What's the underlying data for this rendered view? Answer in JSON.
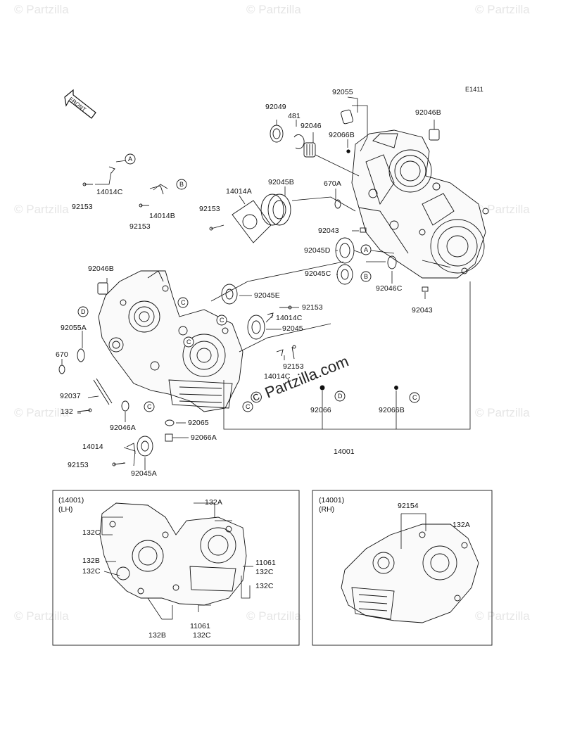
{
  "diagram": {
    "code": "E1411",
    "front_arrow": "FRONT",
    "center_watermark": "© Partzilla.com",
    "corner_watermark": "© Partzilla",
    "main_callouts": [
      "92055",
      "92049",
      "481",
      "92046",
      "92046B",
      "92066B",
      "670A",
      "92045B",
      "14014A",
      "92153",
      "92043",
      "92045D",
      "92045C",
      "92046C",
      "92043",
      "14014C",
      "92153",
      "14014B",
      "92153",
      "92046B",
      "92055A",
      "670",
      "92037",
      "132",
      "92046A",
      "14014",
      "92153",
      "92045A",
      "92045E",
      "92153",
      "14014C",
      "92045",
      "92153",
      "14014C",
      "92065",
      "92066A",
      "92066",
      "92066B",
      "14001"
    ],
    "ref_letters": [
      "A",
      "B",
      "A",
      "B",
      "C",
      "C",
      "C",
      "C",
      "C",
      "D",
      "D",
      "C"
    ],
    "lh_box": {
      "title_line1": "(14001)",
      "title_line2": "(LH)",
      "callouts": [
        "132A",
        "132C",
        "132B",
        "132C",
        "11061",
        "132C",
        "132C",
        "132B",
        "11061",
        "132C"
      ]
    },
    "rh_box": {
      "title_line1": "(14001)",
      "title_line2": "(RH)",
      "callouts": [
        "92154",
        "132A"
      ]
    }
  }
}
